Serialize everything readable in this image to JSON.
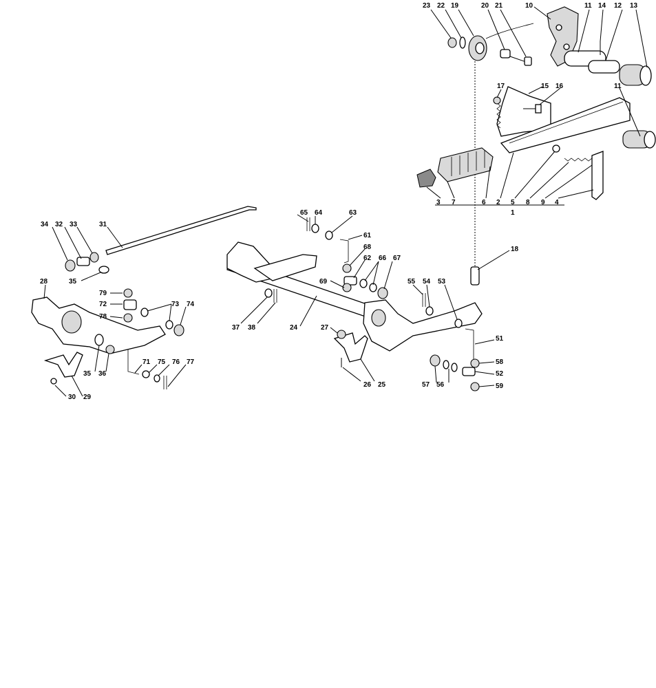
{
  "diagram": {
    "labels": [
      {
        "id": "23",
        "text": "23"
      },
      {
        "id": "22",
        "text": "22"
      },
      {
        "id": "19",
        "text": "19"
      },
      {
        "id": "20",
        "text": "20"
      },
      {
        "id": "21",
        "text": "21"
      },
      {
        "id": "10",
        "text": "10"
      },
      {
        "id": "11a",
        "text": "11"
      },
      {
        "id": "14",
        "text": "14"
      },
      {
        "id": "12",
        "text": "12"
      },
      {
        "id": "13",
        "text": "13"
      },
      {
        "id": "17",
        "text": "17"
      },
      {
        "id": "15",
        "text": "15"
      },
      {
        "id": "16",
        "text": "16"
      },
      {
        "id": "11b",
        "text": "11"
      },
      {
        "id": "3",
        "text": "3"
      },
      {
        "id": "7",
        "text": "7"
      },
      {
        "id": "6",
        "text": "6"
      },
      {
        "id": "2",
        "text": "2"
      },
      {
        "id": "5",
        "text": "5"
      },
      {
        "id": "8",
        "text": "8"
      },
      {
        "id": "9",
        "text": "9"
      },
      {
        "id": "4",
        "text": "4"
      },
      {
        "id": "1",
        "text": "1"
      },
      {
        "id": "18",
        "text": "18"
      },
      {
        "id": "34",
        "text": "34"
      },
      {
        "id": "32",
        "text": "32"
      },
      {
        "id": "33",
        "text": "33"
      },
      {
        "id": "31",
        "text": "31"
      },
      {
        "id": "35a",
        "text": "35"
      },
      {
        "id": "28",
        "text": "28"
      },
      {
        "id": "79",
        "text": "79"
      },
      {
        "id": "72",
        "text": "72"
      },
      {
        "id": "78",
        "text": "78"
      },
      {
        "id": "73",
        "text": "73"
      },
      {
        "id": "74",
        "text": "74"
      },
      {
        "id": "35b",
        "text": "35"
      },
      {
        "id": "36",
        "text": "36"
      },
      {
        "id": "71",
        "text": "71"
      },
      {
        "id": "75",
        "text": "75"
      },
      {
        "id": "76",
        "text": "76"
      },
      {
        "id": "77",
        "text": "77"
      },
      {
        "id": "30",
        "text": "30"
      },
      {
        "id": "29",
        "text": "29"
      },
      {
        "id": "65",
        "text": "65"
      },
      {
        "id": "64",
        "text": "64"
      },
      {
        "id": "63",
        "text": "63"
      },
      {
        "id": "61",
        "text": "61"
      },
      {
        "id": "68",
        "text": "68"
      },
      {
        "id": "62",
        "text": "62"
      },
      {
        "id": "66",
        "text": "66"
      },
      {
        "id": "67",
        "text": "67"
      },
      {
        "id": "69",
        "text": "69"
      },
      {
        "id": "37",
        "text": "37"
      },
      {
        "id": "38",
        "text": "38"
      },
      {
        "id": "24",
        "text": "24"
      },
      {
        "id": "27",
        "text": "27"
      },
      {
        "id": "26",
        "text": "26"
      },
      {
        "id": "25",
        "text": "25"
      },
      {
        "id": "55",
        "text": "55"
      },
      {
        "id": "54",
        "text": "54"
      },
      {
        "id": "53",
        "text": "53"
      },
      {
        "id": "51",
        "text": "51"
      },
      {
        "id": "58",
        "text": "58"
      },
      {
        "id": "52",
        "text": "52"
      },
      {
        "id": "57",
        "text": "57"
      },
      {
        "id": "56",
        "text": "56"
      },
      {
        "id": "59",
        "text": "59"
      }
    ]
  }
}
